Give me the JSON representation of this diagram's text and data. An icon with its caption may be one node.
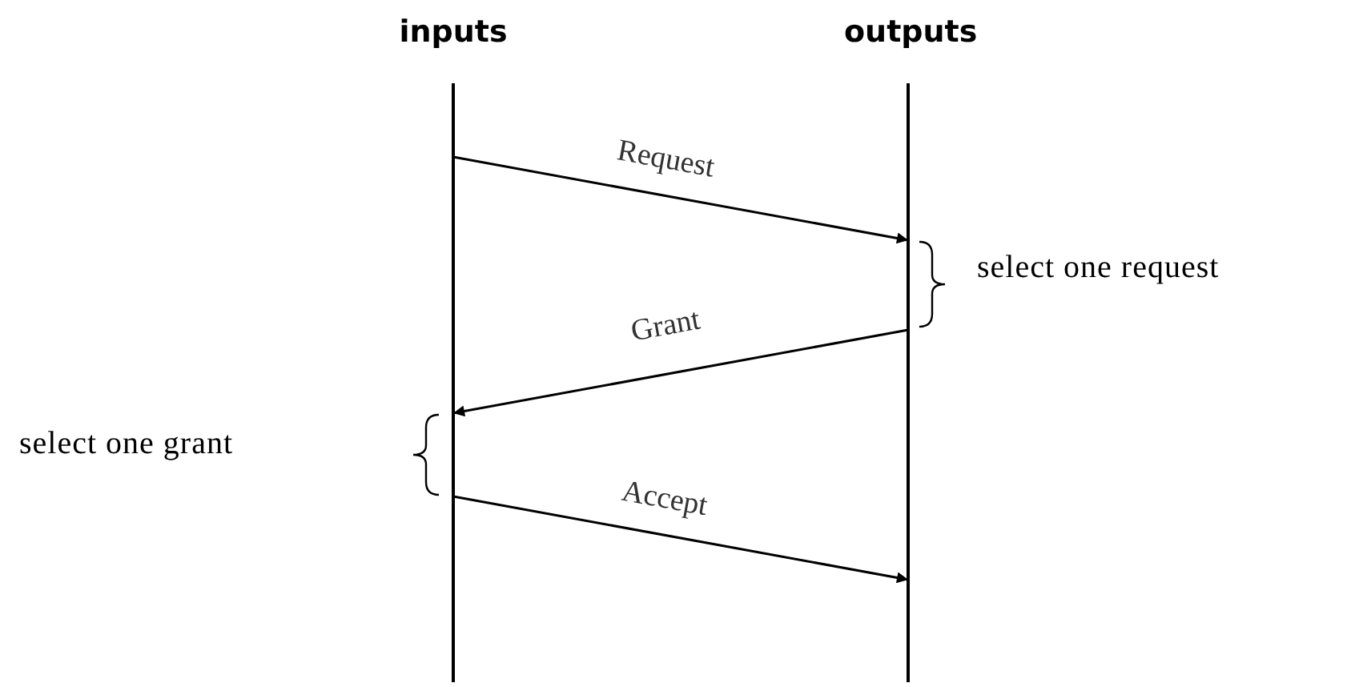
{
  "diagram": {
    "nodes": [
      {
        "text": [
          "inputs"
        ]
      },
      {
        "text": [
          "outputs"
        ]
      }
    ],
    "edges": [
      {
        "from": 0,
        "to": 1,
        "arrow": "to",
        "label": "Request"
      },
      {
        "from": 1,
        "to": 0,
        "arrow": "to",
        "label": "Grant"
      },
      {
        "from": 0,
        "to": 1,
        "arrow": "to",
        "label": "Accept"
      }
    ],
    "labels": [
      "select one request",
      "select one grant"
    ]
  }
}
